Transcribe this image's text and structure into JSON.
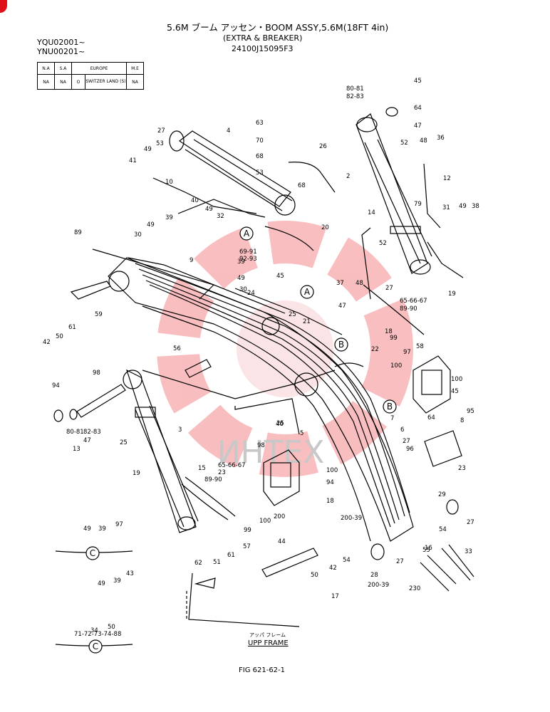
{
  "header": {
    "title": "5.6M ブーム アッセン・BOOM ASSY,5.6M(18FT 4in)",
    "subtitle": "(EXTRA & BREAKER)",
    "part_number": "24100J15095F3"
  },
  "serials": [
    "YQU02001~",
    "YNU00201~"
  ],
  "region_table": {
    "headers": [
      "N.A",
      "S.A",
      "EUROPE",
      "M.E"
    ],
    "values": [
      "NA",
      "NA",
      "O",
      "SWITZER LAND",
      "(S)",
      "NA"
    ]
  },
  "section_labels": [
    "A",
    "A",
    "B",
    "B",
    "C",
    "C"
  ],
  "frame_label": {
    "jp": "アッパ フレーム",
    "en": "UPP FRAME"
  },
  "figure_number": "FIG 621-62-1",
  "watermark": "ИНТЕХ",
  "callouts": [
    "80-81",
    "82-83",
    "45",
    "64",
    "47",
    "27",
    "4",
    "63",
    "70",
    "68",
    "26",
    "48",
    "36",
    "52",
    "2",
    "12",
    "41",
    "49",
    "53",
    "53",
    "68",
    "10",
    "40",
    "49",
    "32",
    "79",
    "31",
    "49",
    "38",
    "14",
    "39",
    "89",
    "30",
    "49",
    "20",
    "69-91",
    "92-93",
    "9",
    "52",
    "39",
    "49",
    "30",
    "45",
    "24",
    "37",
    "48",
    "27",
    "65-66-67",
    "89-90",
    "19",
    "25",
    "47",
    "59",
    "42",
    "50",
    "61",
    "21",
    "18",
    "25",
    "22",
    "100",
    "99",
    "97",
    "58",
    "56",
    "98",
    "100",
    "45",
    "94",
    "95",
    "64",
    "80-81",
    "82-83",
    "47",
    "13",
    "3",
    "25",
    "46",
    "5",
    "7",
    "6",
    "27",
    "8",
    "96",
    "98",
    "100",
    "94",
    "18",
    "15",
    "19",
    "89-90",
    "65-66-67",
    "23",
    "23",
    "29",
    "49",
    "39",
    "97",
    "99",
    "100",
    "200",
    "200-39",
    "54",
    "27",
    "55",
    "44",
    "57",
    "62",
    "51",
    "61",
    "50",
    "42",
    "54",
    "200-39",
    "28",
    "27",
    "16",
    "33",
    "49",
    "39",
    "43",
    "50",
    "34",
    "71-72-73-74-88",
    "17",
    "230"
  ]
}
